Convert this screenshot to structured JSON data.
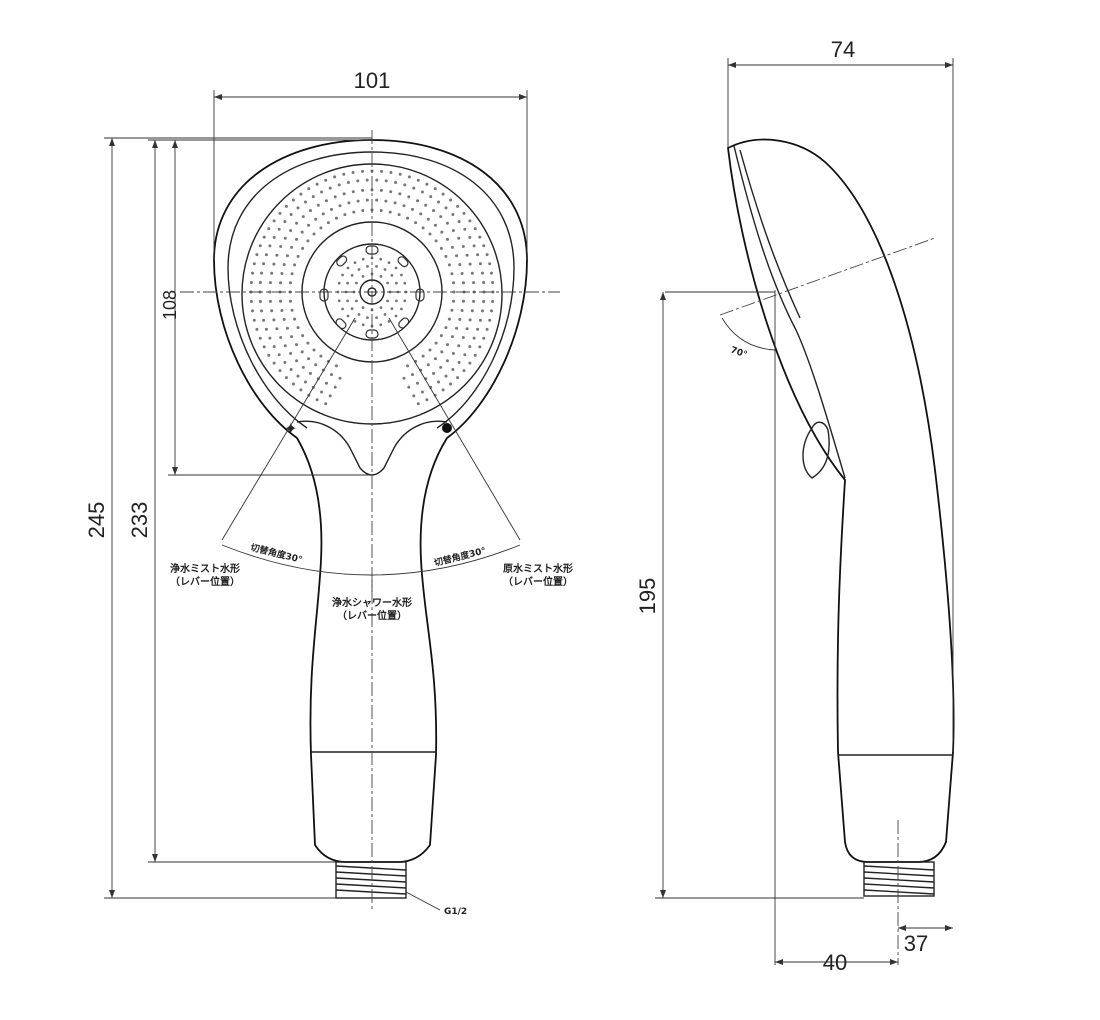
{
  "front_view": {
    "dimensions": {
      "head_width": "101",
      "overall_length": "245",
      "body_length": "233",
      "head_diameter": "108"
    },
    "labels": {
      "mode_left_line1": "浄水ミスト水形",
      "mode_left_line2": "（レバー位置）",
      "mode_center_line1": "浄水シャワー水形",
      "mode_center_line2": "（レバー位置）",
      "mode_right_line1": "原水ミスト水形",
      "mode_right_line2": "（レバー位置）",
      "switch_angle_left": "切替角度30°",
      "switch_angle_right": "切替角度30°",
      "thread": "G1/2"
    }
  },
  "side_view": {
    "dimensions": {
      "depth": "74",
      "height": "195",
      "offset_40": "40",
      "offset_37": "37"
    },
    "labels": {
      "tilt_angle": "70°"
    }
  }
}
